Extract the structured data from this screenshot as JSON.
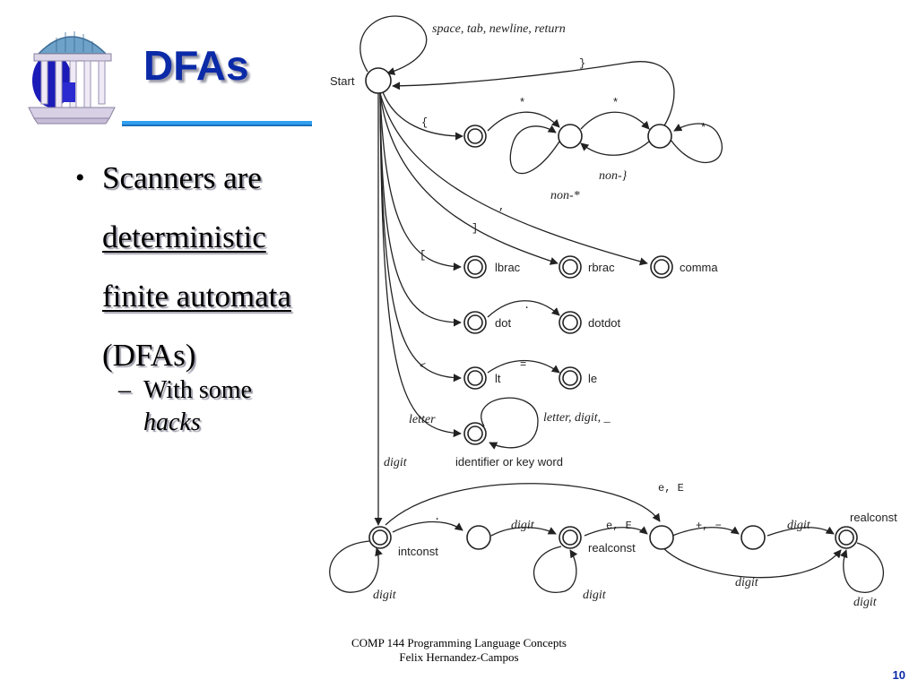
{
  "slide": {
    "title": "DFAs",
    "bullets": {
      "main_prefix": "Scanners are",
      "main_underlined_1": "deterministic",
      "main_underlined_2": "finite automata",
      "main_suffix": "(DFAs)",
      "sub_dash": "–",
      "sub_text": "With some",
      "sub_emph": "hacks",
      "bullet_glyph": "•"
    },
    "footer": {
      "line1": "COMP 144 Programming Language Concepts",
      "line2": "Felix  Hernandez-Campos"
    },
    "page_number": "10"
  },
  "diagram": {
    "labels": {
      "start": "Start",
      "whitespace": "space, tab, newline, return",
      "rbrace": "}",
      "lbrace": "{",
      "star1": "*",
      "star2": "*",
      "star3": "*",
      "non_rbrace": "non-}",
      "non_star": "non-*",
      "comma_edge": ",",
      "rbracket_edge": "]",
      "lbracket_edge": "[",
      "dot_edge": ".",
      "dot_edge2": ".",
      "lt_edge": "<",
      "eq_edge": "=",
      "letter_edge": "letter",
      "letter_loop": "letter, digit, _",
      "digit_edge": "digit",
      "lbrac": "lbrac",
      "rbrac": "rbrac",
      "comma": "comma",
      "dot": "dot",
      "dotdot": "dotdot",
      "lt": "lt",
      "le": "le",
      "identifier": "identifier or key word",
      "e_E_top": "e, E",
      "intconst": "intconst",
      "int_dot": ".",
      "digit_a": "digit",
      "realconst_mid": "realconst",
      "e_E_mid": "e, E",
      "plus_minus": "+, −",
      "digit_b": "digit",
      "realconst_end": "realconst",
      "digit_bottom": "digit",
      "digit_loop_int": "digit",
      "digit_loop_real": "digit",
      "digit_loop_end": "digit"
    }
  }
}
